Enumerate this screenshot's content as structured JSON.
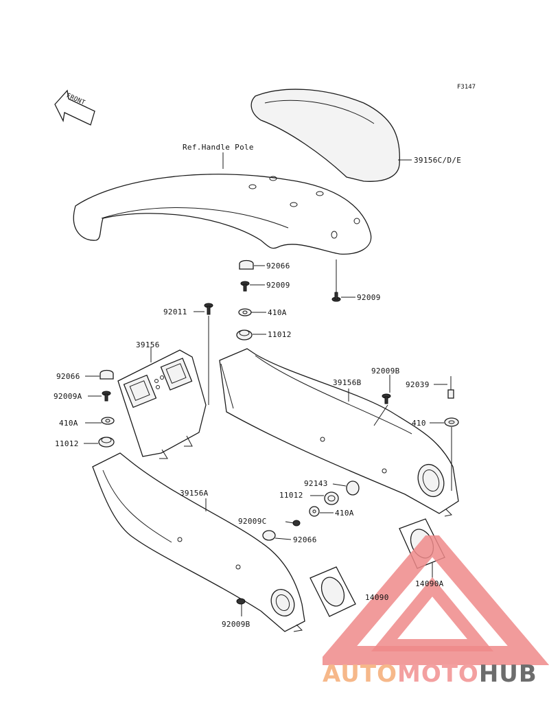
{
  "figure_code": "F3147",
  "front_arrow_label": "FRONT",
  "labels": {
    "seat": "39156C/D/E",
    "handle_pole": "Ref.Handle Pole",
    "cap_top": "92066",
    "bolt_top": "92009",
    "bolt_right_top": "92009",
    "bolt_92011": "92011",
    "washer_top": "410A",
    "grommet_top": "11012",
    "front_panel": "39156",
    "cap_left": "92066",
    "bolt_left": "92009A",
    "washer_left": "410A",
    "grommet_left": "11012",
    "right_cover": "39156B",
    "bolt_right": "92009B",
    "bolt_92039": "92039",
    "washer_right": "410",
    "collar": "92143",
    "grommet_mid": "11012",
    "washer_mid": "410A",
    "bolt_mid": "92009C",
    "cap_mid": "92066",
    "left_cover": "39156A",
    "bolt_bottom": "92009B",
    "vent_left": "14090",
    "vent_right": "14090A"
  },
  "watermark": {
    "part1": "AUTO",
    "part2": "MOTO",
    "part3": "HUB",
    "colors": {
      "orange": "#f6b88a",
      "red": "#ef8a8a",
      "gray": "#6d6d6d"
    }
  }
}
